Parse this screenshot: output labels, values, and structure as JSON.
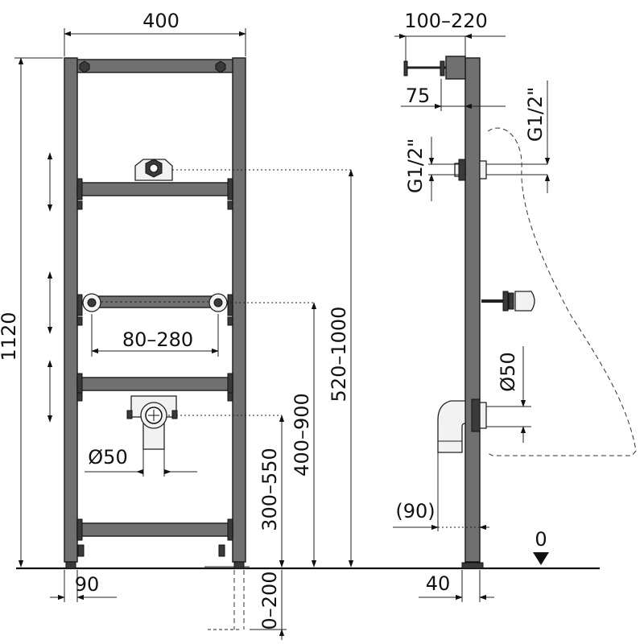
{
  "dimensions": {
    "frame_width": "400",
    "total_height": "1120",
    "connector_spacing": "80–280",
    "drain_diameter_front": "Ø50",
    "feet_depth": "90",
    "floor_adjust": "0–200",
    "drain_height": "300–550",
    "connector_height": "400–900",
    "water_inlet_height": "520–1000",
    "water_offset": "100–220",
    "pipe_offset": "75",
    "thread_left": "G1/2\"",
    "thread_right": "G1/2\"",
    "drain_diameter_side": "Ø50",
    "side_depth": "(90)",
    "side_foot": "40",
    "floor_level": "0"
  },
  "colors": {
    "frame": "#707070",
    "outline": "#222222",
    "background": "#ffffff"
  }
}
